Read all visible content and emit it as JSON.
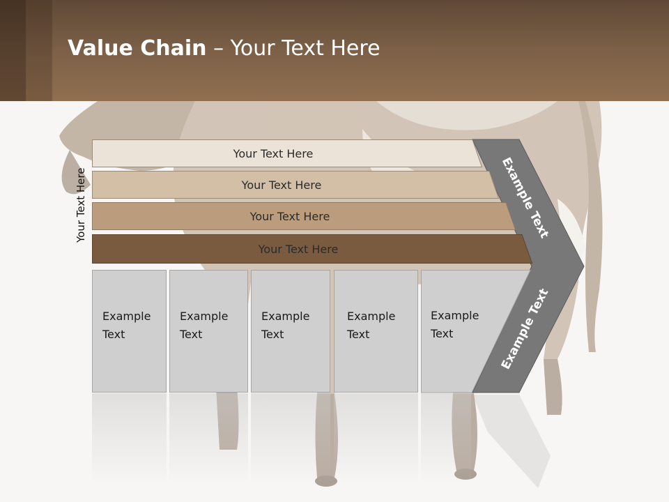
{
  "title": {
    "bold": "Value Chain",
    "rest": " – Your Text Here"
  },
  "side_label": "Your Text Here",
  "bars": [
    {
      "label": "Your Text Here",
      "color": "#ebe2d8"
    },
    {
      "label": "Your Text Here",
      "color": "#d3bea6"
    },
    {
      "label": "Your Text Here",
      "color": "#bb9d7e"
    },
    {
      "label": "Your Text Here",
      "color": "#7a5b3f"
    }
  ],
  "boxes": [
    {
      "line1": "Example",
      "line2": "Text"
    },
    {
      "line1": "Example",
      "line2": "Text"
    },
    {
      "line1": "Example",
      "line2": "Text"
    },
    {
      "line1": "Example",
      "line2": "Text"
    },
    {
      "line1": "Example",
      "line2": "Text"
    }
  ],
  "chevron": {
    "upper_text": "Example Text",
    "lower_text": "Example Text",
    "color": "#787878"
  },
  "colors": {
    "header": "#7c6047",
    "background": "#f7f6f4"
  }
}
